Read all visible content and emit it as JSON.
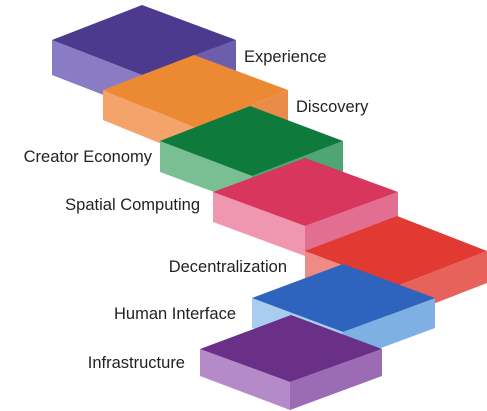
{
  "layers": [
    {
      "label": "Experience",
      "top_color": "#4b3a8e",
      "front_color": "#8a7cc4",
      "side_color": "#6c5eac"
    },
    {
      "label": "Discovery",
      "top_color": "#ec8a33",
      "front_color": "#f4a46a",
      "side_color": "#e98c4a"
    },
    {
      "label": "Creator Economy",
      "top_color": "#0e7a3c",
      "front_color": "#79bf93",
      "side_color": "#4fa573"
    },
    {
      "label": "Spatial Computing",
      "top_color": "#d8365c",
      "front_color": "#ef96b0",
      "side_color": "#e26e92"
    },
    {
      "label": "Decentralization",
      "top_color": "#e03a33",
      "front_color": "#f08a86",
      "side_color": "#e8625c"
    },
    {
      "label": "Human Interface",
      "top_color": "#2f64be",
      "front_color": "#a9cdee",
      "side_color": "#7eb0e4"
    },
    {
      "label": "Infrastructure",
      "top_color": "#6a2f86",
      "front_color": "#b58ac8",
      "side_color": "#9b6cb4"
    }
  ]
}
